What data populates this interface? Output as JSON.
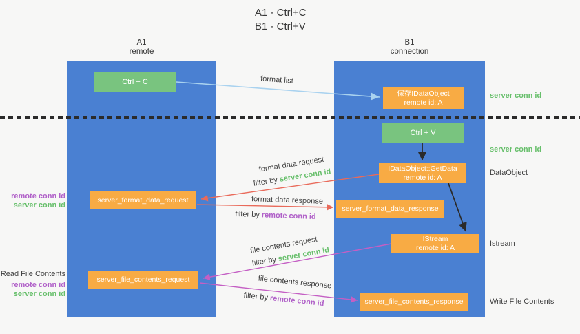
{
  "title": {
    "line1": "A1 - Ctrl+C",
    "line2": "B1 - Ctrl+V"
  },
  "lanes": {
    "a": {
      "name": "A1",
      "subtitle": "remote"
    },
    "b": {
      "name": "B1",
      "subtitle": "connection"
    }
  },
  "nodes": {
    "ctrl_c": {
      "label": "Ctrl + C"
    },
    "save_dataobject": {
      "line1": "保存IDataObject",
      "line2": "remote id: A"
    },
    "ctrl_v": {
      "label": "Ctrl + V"
    },
    "getdata": {
      "line1": "IDataObject::GetData",
      "line2": "remote id: A"
    },
    "istream": {
      "line1": "IStream",
      "line2": "remote id: A"
    },
    "server_format_data_request": {
      "label": "server_format_data_request"
    },
    "server_format_data_response": {
      "label": "server_format_data_response"
    },
    "server_file_contents_request": {
      "label": "server_file_contents_request"
    },
    "server_file_contents_response": {
      "label": "server_file_contents_response"
    }
  },
  "arrow_labels": {
    "format_list": "format list",
    "format_data_request": "format data request",
    "format_data_request_filter": {
      "prefix": "filter by",
      "key": "server conn id"
    },
    "format_data_response": "format data response",
    "format_data_response_filter": {
      "prefix": "filter by",
      "key": "remote conn id"
    },
    "file_contents_request": "file contents request",
    "file_contents_request_filter": {
      "prefix": "filter by",
      "key": "server conn id"
    },
    "file_contents_response": "file contents response",
    "file_contents_response_filter": {
      "prefix": "filter by",
      "key": "remote conn id"
    }
  },
  "side_labels": {
    "right_server_conn_top": "server conn id",
    "right_server_conn_mid": "server conn id",
    "right_dataobject": "DataObject",
    "right_istream": "Istream",
    "right_write_file": "Write File Contents",
    "left_read_file": "Read File Contents",
    "left_format": {
      "remote": "remote conn id",
      "server": "server conn id"
    },
    "left_file": {
      "remote": "remote conn id",
      "server": "server conn id"
    }
  },
  "colors": {
    "lane_blue": "#4a80d2",
    "node_green": "#79c47f",
    "node_orange": "#f8ab44",
    "arrow_red": "#e96a5a",
    "arrow_magenta": "#c45fc4",
    "arrow_light_blue": "#a9d2ef",
    "arrow_black": "#2b2b2b",
    "label_green": "#67bf6b",
    "label_purple": "#b060c8",
    "text_dark": "#3f3f3f",
    "background": "#f7f7f6"
  }
}
